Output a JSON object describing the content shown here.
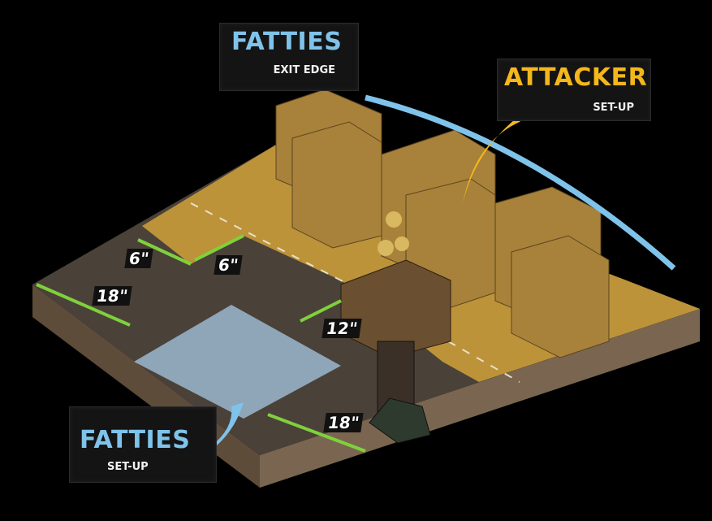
{
  "labels": {
    "fatties_exit": {
      "title": "FATTIES",
      "subtitle": "EXIT EDGE"
    },
    "attacker_setup": {
      "title": "ATTACKER",
      "subtitle": "SET-UP"
    },
    "fatties_setup": {
      "title": "FATTIES",
      "subtitle": "SET-UP"
    }
  },
  "distances": [
    "6\"",
    "6\"",
    "18\"",
    "12\"",
    "18\""
  ],
  "colors": {
    "fatties": "#7fc3ea",
    "attacker": "#f4b71c",
    "attacker_zone": "#c79a3a",
    "fatties_zone": "#8fa6b8",
    "measure": "#7fd13b",
    "ground": "#4a4139",
    "board_side": "#6b5a45"
  }
}
